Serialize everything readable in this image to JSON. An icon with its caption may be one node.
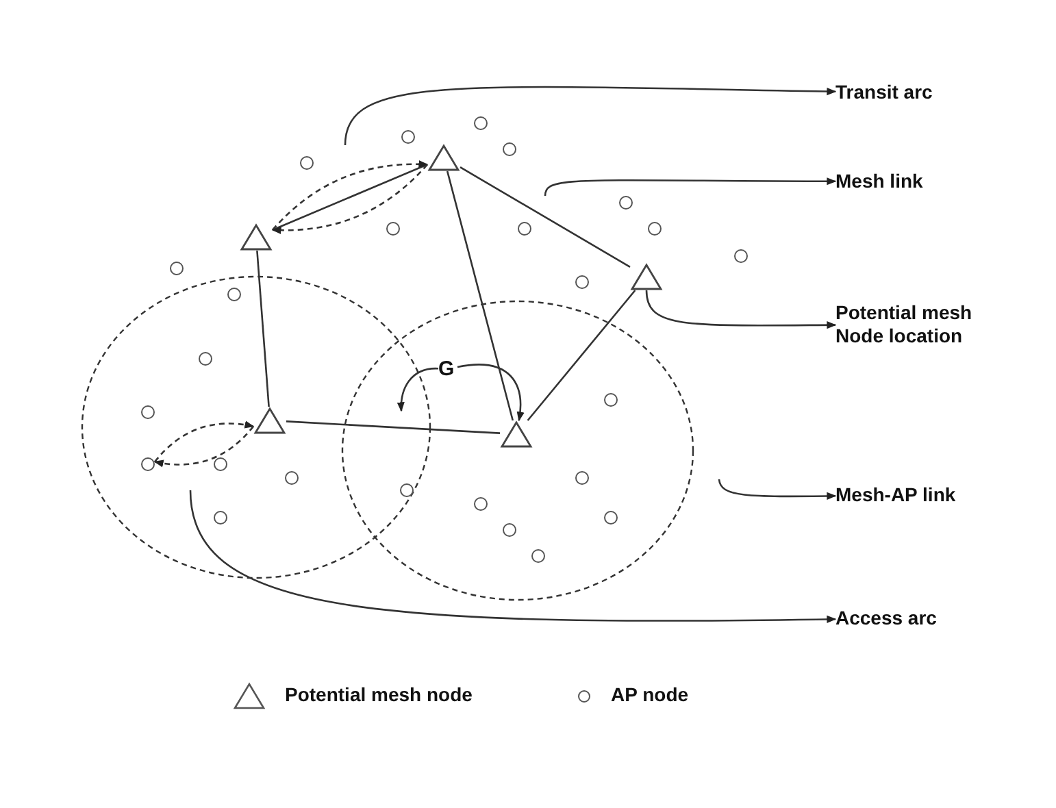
{
  "diagram": {
    "nodes": [
      {
        "text": [],
        "shape": "triangle"
      },
      {
        "text": [],
        "shape": "triangle"
      },
      {
        "text": [],
        "shape": "triangle"
      },
      {
        "text": [],
        "shape": "triangle"
      },
      {
        "text": [],
        "shape": "triangle"
      },
      {
        "text": [],
        "shape": "circle"
      },
      {
        "text": [],
        "shape": "circle"
      },
      {
        "text": [],
        "shape": "circle"
      },
      {
        "text": [],
        "shape": "circle"
      },
      {
        "text": [],
        "shape": "circle"
      },
      {
        "text": [],
        "shape": "circle"
      },
      {
        "text": [],
        "shape": "circle"
      },
      {
        "text": [],
        "shape": "circle"
      },
      {
        "text": [],
        "shape": "circle"
      },
      {
        "text": [],
        "shape": "circle"
      },
      {
        "text": [],
        "shape": "circle"
      },
      {
        "text": [],
        "shape": "circle"
      },
      {
        "text": [],
        "shape": "circle"
      },
      {
        "text": [],
        "shape": "circle"
      },
      {
        "text": [],
        "shape": "circle"
      },
      {
        "text": [],
        "shape": "circle"
      },
      {
        "text": [],
        "shape": "circle"
      },
      {
        "text": [],
        "shape": "circle"
      },
      {
        "text": [],
        "shape": "circle"
      },
      {
        "text": [],
        "shape": "circle"
      },
      {
        "text": [],
        "shape": "circle"
      },
      {
        "text": [],
        "shape": "circle"
      },
      {
        "text": [],
        "shape": "circle"
      },
      {
        "text": [],
        "shape": "circle"
      },
      {
        "text": [],
        "shape": "circle"
      },
      {
        "text": [
          "G"
        ]
      },
      {
        "text": [
          "Transit arc"
        ]
      },
      {
        "text": [
          "Mesh link"
        ]
      },
      {
        "text": [
          "Potential mesh Node location"
        ]
      },
      {
        "text": [
          "Mesh-AP link"
        ]
      },
      {
        "text": [
          "Access arc"
        ]
      }
    ],
    "edges": [
      {
        "from": 0,
        "to": 1,
        "arrow": "none"
      },
      {
        "from": 0,
        "to": 4,
        "arrow": "none"
      },
      {
        "from": 0,
        "to": 2,
        "arrow": "none"
      },
      {
        "from": 1,
        "to": 3,
        "arrow": "none"
      },
      {
        "from": 3,
        "to": 4,
        "arrow": "none"
      },
      {
        "from": 4,
        "to": 2,
        "arrow": "none"
      },
      {
        "from": 1,
        "to": 0,
        "arrow": "to",
        "style": "dashed"
      },
      {
        "from": 0,
        "to": 1,
        "arrow": "to",
        "style": "dashed"
      },
      {
        "from": 20,
        "to": 3,
        "arrow": "to",
        "style": "dashed"
      },
      {
        "from": 3,
        "to": 20,
        "arrow": "to",
        "style": "dashed"
      },
      {
        "from": 30,
        "to": null,
        "arrow": "to"
      },
      {
        "from": 30,
        "to": 4,
        "arrow": "to"
      },
      {
        "from": null,
        "to": 31,
        "arrow": "to"
      },
      {
        "from": null,
        "to": 32,
        "arrow": "to"
      },
      {
        "from": 2,
        "to": 33,
        "arrow": "to"
      },
      {
        "from": null,
        "to": 34,
        "arrow": "to"
      },
      {
        "from": null,
        "to": 35,
        "arrow": "to"
      }
    ],
    "legend": [
      {
        "text": "Potential mesh node"
      },
      {
        "text": "AP node"
      }
    ]
  }
}
